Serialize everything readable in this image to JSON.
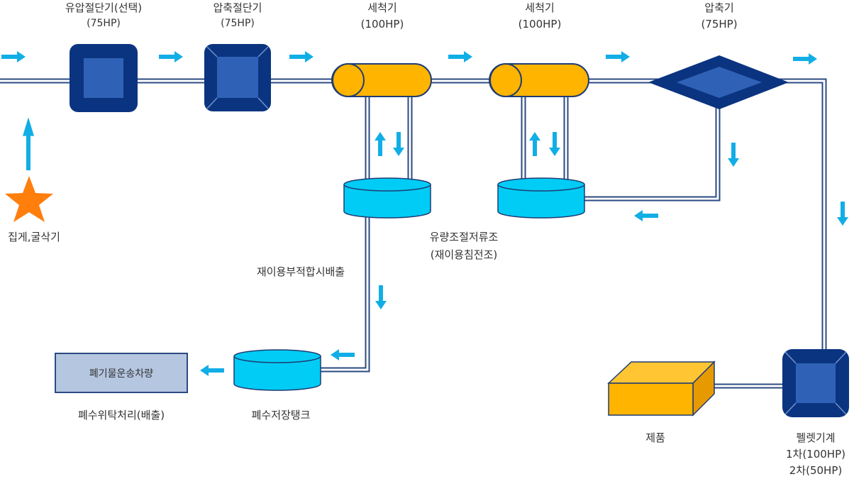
{
  "colors": {
    "pipe": "#2b4a82",
    "arrow": "#11aee6",
    "machine_dark": "#0b3480",
    "machine_light": "#2f62b6",
    "washer": "#ffb400",
    "tank": "#00ccf5",
    "star": "#ff7e0c",
    "vehicle_box": "#b4c6e0"
  },
  "labels": {
    "shredder_title": "유압절단기(선택)",
    "shredder_hp": "(75HP)",
    "cutter_title": "압축절단기",
    "cutter_hp": "(75HP)",
    "washer1_title": "세척기",
    "washer1_hp": "(100HP)",
    "washer2_title": "세척기",
    "washer2_hp": "(100HP)",
    "compressor_title": "압축기",
    "compressor_hp": "(75HP)",
    "collection": "집게,굴삭기",
    "flow_tank_line1": "유량조절저류조",
    "flow_tank_line2": "(재이용침전조)",
    "reuse_discharge": "재이용부적합시배출",
    "vehicle": "폐기물운송차량",
    "consignment": "폐수위탁처리(배출)",
    "wastewater_tank": "폐수저장탱크",
    "product": "제품",
    "pellet_line1": "펠렛기계",
    "pellet_line2": "1차(100HP)",
    "pellet_line3": "2차(50HP)"
  }
}
